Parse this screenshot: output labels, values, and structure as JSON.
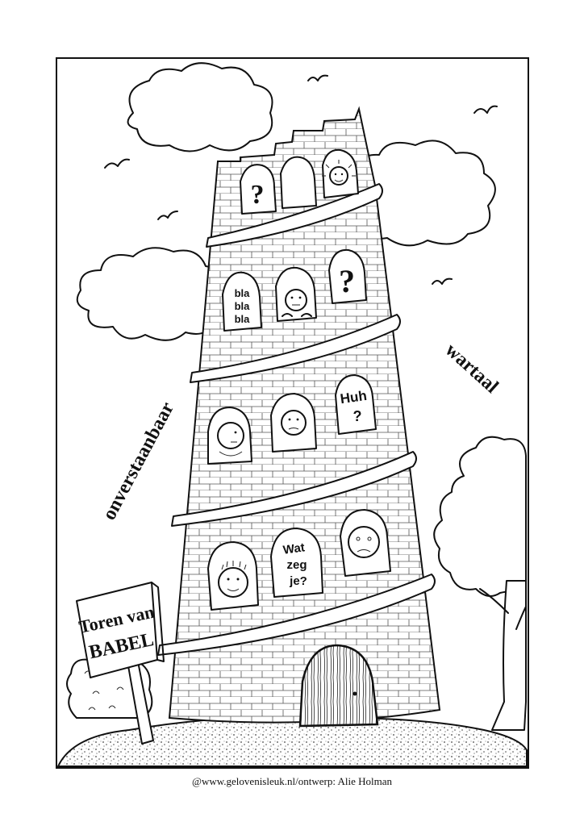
{
  "sign": {
    "line1": "Toren van",
    "line2": "BABEL"
  },
  "words": {
    "left": "onverstaanbaar",
    "right": "wartaal"
  },
  "bubbles": {
    "q_top": "?",
    "bla1": "bla",
    "bla2": "bla",
    "bla3": "bla",
    "q_mid": "?",
    "huh1": "Huh",
    "huh2": "?",
    "wat1": "Wat",
    "wat2": "zeg",
    "wat3": "je?"
  },
  "footer": {
    "credit": "@www.gelovenisleuk.nl/ontwerp: Alie Holman"
  }
}
